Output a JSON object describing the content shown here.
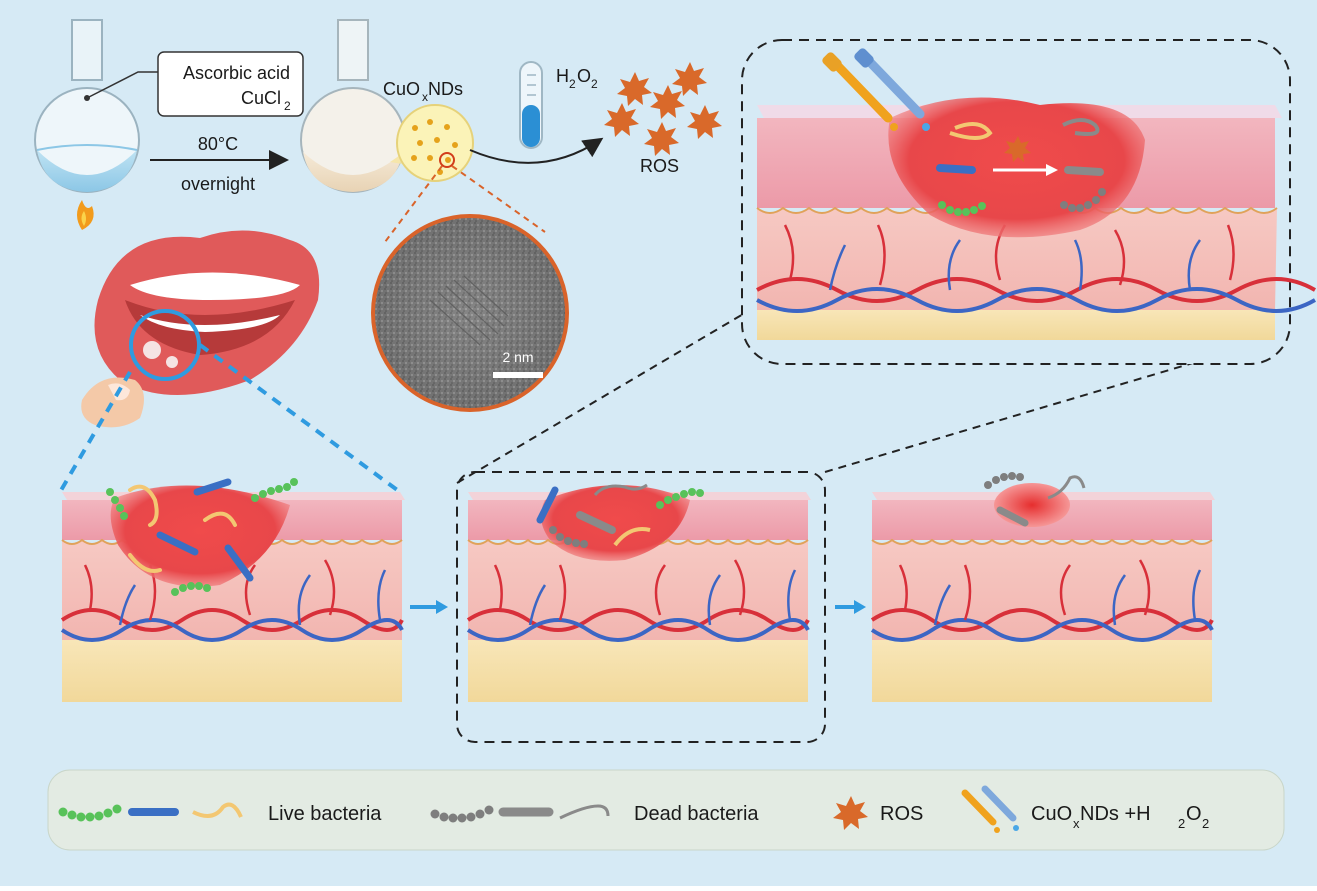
{
  "colors": {
    "background": "#d6eaf5",
    "live_green": "#58c25a",
    "live_blue": "#3a6fc4",
    "live_yellow": "#f3c772",
    "dead_gray": "#8a8a8a",
    "ros_orange": "#d9692a",
    "blood_red": "#d8303a",
    "blood_blue": "#3c66c4",
    "arrow_blue": "#2f9be0"
  },
  "synthesis": {
    "reagents_line1": "Ascorbic acid",
    "reagents_line2_main": "CuCl",
    "reagents_line2_sub": "2",
    "temperature": "80°C",
    "duration": "overnight",
    "product_main": "CuO",
    "product_sub": "x",
    "product_suffix": " NDs",
    "h2o2_main": "H",
    "h2o2_sub1": "2",
    "h2o2_mid": "O",
    "h2o2_sub2": "2",
    "ros": "ROS",
    "scale_bar": "2 nm"
  },
  "legend": {
    "live": "Live bacteria",
    "dead": "Dead bacteria",
    "ros": "ROS",
    "treatment_main": "CuO",
    "treatment_sub": "x",
    "treatment_mid": " NDs +H",
    "treatment_sub2": "2",
    "treatment_o": "O",
    "treatment_sub3": "2"
  },
  "icons": [
    "round-flask-icon",
    "flame-icon",
    "test-tube-icon",
    "ros-star-icon",
    "dropper-icon",
    "mouth-illustration",
    "skin-block-illustration"
  ]
}
